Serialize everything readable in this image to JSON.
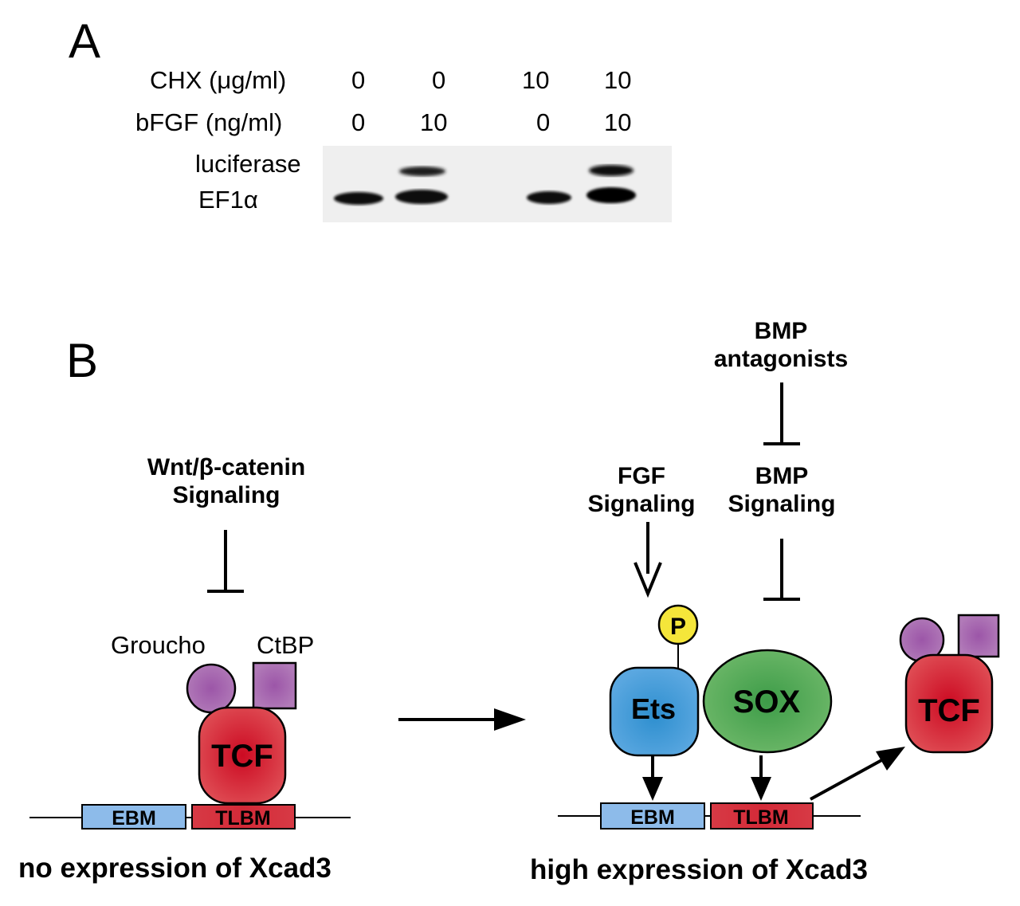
{
  "panel_a": {
    "letter": "A",
    "rows": [
      {
        "label": "CHX (μg/ml)",
        "values": [
          "0",
          "0",
          "10",
          "10"
        ]
      },
      {
        "label": "bFGF (ng/ml)",
        "values": [
          "0",
          "10",
          "0",
          "10"
        ]
      }
    ],
    "blot": {
      "band_labels": [
        "luciferase",
        "EF1α"
      ],
      "lanes": [
        {
          "luciferase": "absent",
          "ef1a": "present"
        },
        {
          "luciferase": "present",
          "ef1a": "present"
        },
        {
          "luciferase": "absent",
          "ef1a": "present"
        },
        {
          "luciferase": "present",
          "ef1a": "present"
        }
      ]
    }
  },
  "panel_b": {
    "letter": "B",
    "left": {
      "signal": [
        "Wnt/β-catenin",
        "Signaling"
      ],
      "corepressors": [
        "Groucho",
        "CtBP"
      ],
      "factor": "TCF",
      "elements": [
        "EBM",
        "TLBM"
      ],
      "caption": "no expression of Xcad3"
    },
    "right": {
      "antagonist": [
        "BMP",
        "antagonists"
      ],
      "fgf": [
        "FGF",
        "Signaling"
      ],
      "bmp": [
        "BMP",
        "Signaling"
      ],
      "phospho": "P",
      "ets": "Ets",
      "sox": "SOX",
      "factor": "TCF",
      "elements": [
        "EBM",
        "TLBM"
      ],
      "caption": "high expression of Xcad3"
    }
  },
  "colors": {
    "tcf": "#d9323f",
    "corepressor": "#a566ad",
    "ets": "#4a9ad8",
    "sox": "#5aad5a",
    "phospho": "#f5e63a",
    "ebm": "#8dbbea",
    "tlbm": "#d9404a"
  }
}
